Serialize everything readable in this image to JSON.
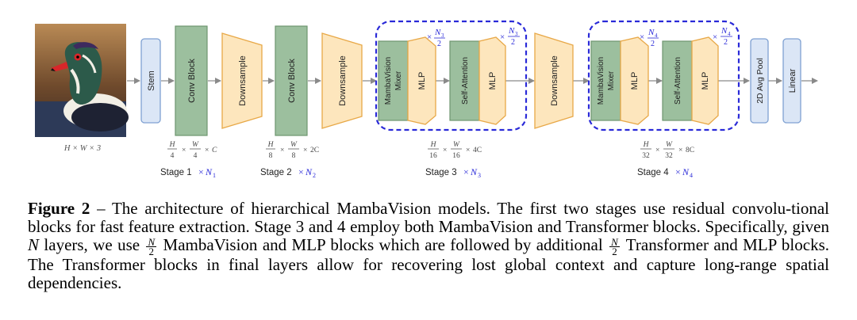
{
  "diagram": {
    "input_dim": "H × W × 3",
    "blocks": {
      "stem": "Stem",
      "conv_block": "Conv Block",
      "downsample": "Downsample",
      "mambavision_mixer_line1": "MambaVision",
      "mambavision_mixer_line2": "Mixer",
      "mlp": "MLP",
      "self_attention": "Self-Attention",
      "avg_pool": "2D Avg Pool",
      "linear": "Linear"
    },
    "repeat": {
      "n3_num": "N",
      "n3_sub": "3",
      "n4_num": "N",
      "n4_sub": "4",
      "den": "2"
    },
    "dims": {
      "stage1": {
        "h_num": "H",
        "h_den": "4",
        "w_num": "W",
        "w_den": "4",
        "ch": "C"
      },
      "stage2": {
        "h_num": "H",
        "h_den": "8",
        "w_num": "W",
        "w_den": "8",
        "ch": "2C"
      },
      "stage3": {
        "h_num": "H",
        "h_den": "16",
        "w_num": "W",
        "w_den": "16",
        "ch": "4C"
      },
      "stage4": {
        "h_num": "H",
        "h_den": "32",
        "w_num": "W",
        "w_den": "32",
        "ch": "8C"
      }
    },
    "stages": {
      "stage1": {
        "label": "Stage 1",
        "n": "N",
        "sub": "1"
      },
      "stage2": {
        "label": "Stage 2",
        "n": "N",
        "sub": "2"
      },
      "stage3": {
        "label": "Stage 3",
        "n": "N",
        "sub": "3"
      },
      "stage4": {
        "label": "Stage 4",
        "n": "N",
        "sub": "4"
      }
    },
    "colors": {
      "stem_fill": "#dbe6f6",
      "stem_stroke": "#7fa1d2",
      "conv_fill": "#9cbf9e",
      "conv_stroke": "#6d956f",
      "down_fill": "#fde6bd",
      "down_stroke": "#e8a847",
      "mlp_fill": "#fde6bd",
      "mlp_stroke": "#e8a847",
      "dashed": "#2a2ad8",
      "repeat_text": "#2a2ad8"
    }
  },
  "caption": {
    "label": "Figure 2",
    "dash": " – ",
    "text1": "The architecture of hierarchical MambaVision models. The first two stages use residual convolu-tional blocks for fast feature extraction. Stage 3 and 4 employ both MambaVision and Transformer blocks. Specifically, given ",
    "n": "N",
    "text2": " layers, we use ",
    "frac_num": "N",
    "frac_den": "2",
    "text3": " MambaVision and MLP blocks which are followed by additional ",
    "text4": " Transformer and MLP blocks. The Transformer blocks in final layers allow for recovering lost global context and capture long-range spatial dependencies."
  }
}
